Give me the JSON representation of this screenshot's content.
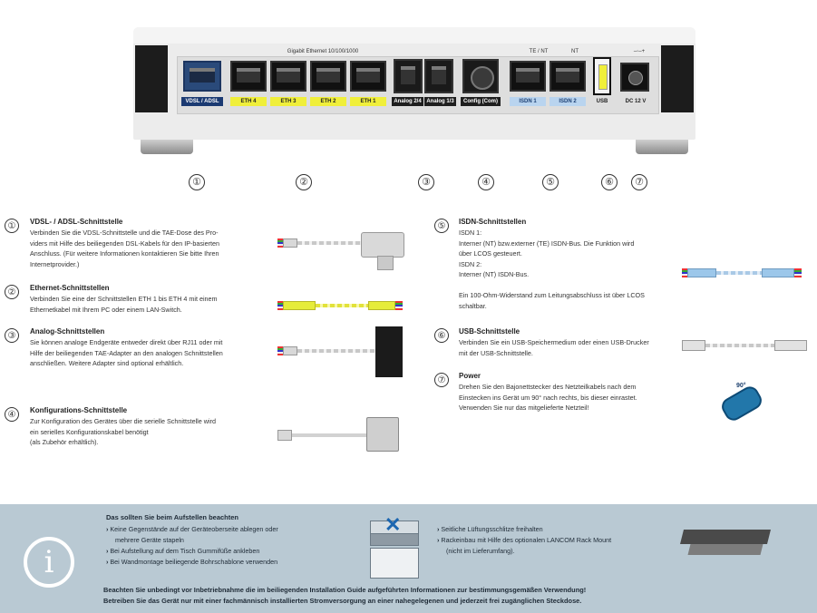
{
  "device": {
    "gigabit_header": "Gigabit Ethernet 10/100/1000",
    "isdn_header_1": "TE / NT",
    "isdn_header_2": "NT",
    "dc_symbol": "–◦–+",
    "ports": {
      "vdsl": "VDSL / ADSL",
      "eth4": "ETH 4",
      "eth3": "ETH 3",
      "eth2": "ETH 2",
      "eth1": "ETH 1",
      "analog24": "Analog 2/4",
      "analog13": "Analog 1/3",
      "config": "Config (Com)",
      "isdn1": "ISDN 1",
      "isdn2": "ISDN 2",
      "usb": "USB",
      "dc": "DC 12 V"
    },
    "callouts": [
      "①",
      "②",
      "③",
      "④",
      "⑤",
      "⑥",
      "⑦"
    ]
  },
  "sections": {
    "s1": {
      "num": "①",
      "title": "VDSL- / ADSL-Schnittstelle",
      "text": "Verbinden Sie die VDSL-Schnittstelle und die TAE-Dose des Pro-\nviders mit Hilfe des beiliegenden DSL-Kabels für den IP-basierten\nAnschluss. (Für weitere Informationen kontaktieren Sie bitte Ihren\nInternetprovider.)"
    },
    "s2": {
      "num": "②",
      "title": "Ethernet-Schnittstellen",
      "text": "Verbinden Sie eine der Schnittstellen ETH 1 bis ETH 4 mit einem\nEthernetkabel mit Ihrem PC oder einem LAN-Switch."
    },
    "s3": {
      "num": "③",
      "title": "Analog-Schnittstellen",
      "text": "Sie können analoge Endgeräte entweder direkt über RJ11 oder mit\nHilfe der beiliegenden TAE-Adapter an den analogen Schnittstellen\nanschließen. Weitere Adapter sind optional erhältlich."
    },
    "s4": {
      "num": "④",
      "title": "Konfigurations-Schnittstelle",
      "text": "Zur Konfiguration des Gerätes über die serielle Schnittstelle wird\nein serielles Konfigurationskabel benötigt\n(als Zubehör erhältlich)."
    },
    "s5": {
      "num": "⑤",
      "title": "ISDN-Schnittstellen",
      "text": "ISDN 1:\nInterner (NT) bzw.externer (TE) ISDN-Bus. Die Funktion wird\nüber LCOS gesteuert.\nISDN 2:\nInterner (NT) ISDN-Bus.\n\nEin 100-Ohm-Widerstand zum Leitungsabschluss ist über LCOS\nschaltbar."
    },
    "s6": {
      "num": "⑥",
      "title": "USB-Schnittstelle",
      "text": "Verbinden Sie ein USB-Speichermedium oder einen USB-Drucker\nmit der USB-Schnittstelle."
    },
    "s7": {
      "num": "⑦",
      "title": "Power",
      "text": "Drehen Sie den Bajonettstecker des Netzteilkabels nach dem\nEinstecken ins Gerät um 90° nach rechts, bis dieser einrastet.\nVerwenden Sie nur das mitgelieferte Netzteil!"
    },
    "angle_label": "90°"
  },
  "info": {
    "icon": "i",
    "title": "Das sollten Sie beim Aufstellen beachten",
    "bullets_left": [
      "Keine Gegenstände auf der Geräteoberseite ablegen oder",
      "mehrere Geräte stapeln",
      "Bei Aufstellung auf dem Tisch Gummifüße ankleben",
      "Bei Wandmontage beiliegende Bohrschablone verwenden"
    ],
    "bullets_right": [
      "Seitliche Lüftungsschlitze freihalten",
      "Rackeinbau mit Hilfe des optionalen LANCOM Rack Mount",
      "(nicht im Lieferumfang)."
    ],
    "warning_1": "Beachten Sie unbedingt vor Inbetriebnahme die im beiliegenden Installation Guide aufgeführten Informationen zur bestimmungsgemäßen Verwendung!",
    "warning_2": "Betreiben Sie das Gerät nur mit einer fachmännisch installierten Stromversorgung an einer nahegelegenen und jederzeit frei zugänglichen Steckdose."
  }
}
